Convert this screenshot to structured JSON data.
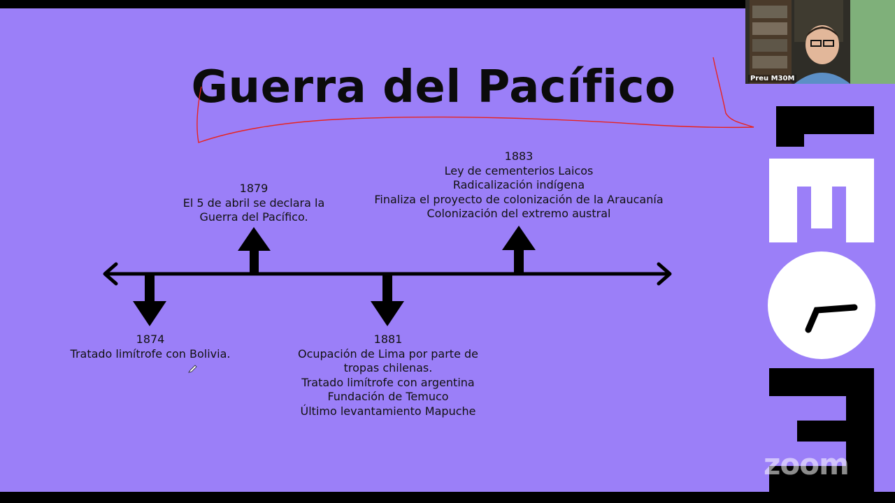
{
  "slide": {
    "title": "Guerra del Pacífico",
    "events": {
      "e1879": {
        "year": "1879",
        "lines": [
          "El 5 de abril se declara la",
          "Guerra del Pacífico."
        ]
      },
      "e1883": {
        "year": "1883",
        "lines": [
          "Ley de cementerios Laicos",
          "Radicalización indígena",
          "Finaliza el proyecto de colonización de la Araucanía",
          "Colonización del extremo austral"
        ]
      },
      "e1874": {
        "year": "1874",
        "lines": [
          "Tratado limítrofe con Bolivia."
        ]
      },
      "e1881": {
        "year": "1881",
        "lines": [
          "Ocupación de Lima por parte de",
          "tropas chilenas.",
          "Tratado limítrofe con argentina",
          "Fundación de Temuco",
          "Último levantamiento Mapuche"
        ]
      }
    },
    "colors": {
      "background": "#9b7ff8",
      "ink": "#0b0b0b",
      "annotation": "#e8231f"
    }
  },
  "brand": {
    "logo_text": "M30M"
  },
  "zoom": {
    "watermark": "zoom"
  },
  "webcam": {
    "participant_name": "Preu M30M"
  }
}
